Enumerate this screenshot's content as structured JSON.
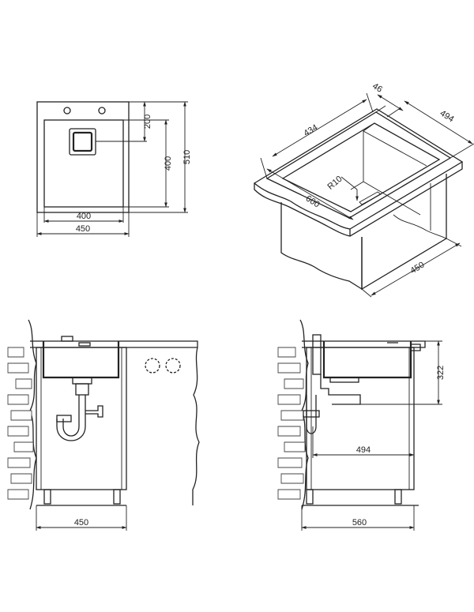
{
  "top_view": {
    "dim_inner_width": "400",
    "dim_outer_width": "450",
    "dim_drain_offset": "200",
    "dim_inner_depth": "400",
    "dim_outer_depth": "510"
  },
  "iso_view": {
    "dim_flange": "46",
    "dim_bowl_width": "434",
    "dim_frame_depth": "494",
    "dim_radius": "R10",
    "dim_front_width": "600",
    "dim_cabinet_depth": "450"
  },
  "front_view": {
    "dim_cabinet_width": "450"
  },
  "side_view": {
    "dim_height": "322",
    "dim_depth": "494",
    "dim_cabinet_depth": "560"
  }
}
